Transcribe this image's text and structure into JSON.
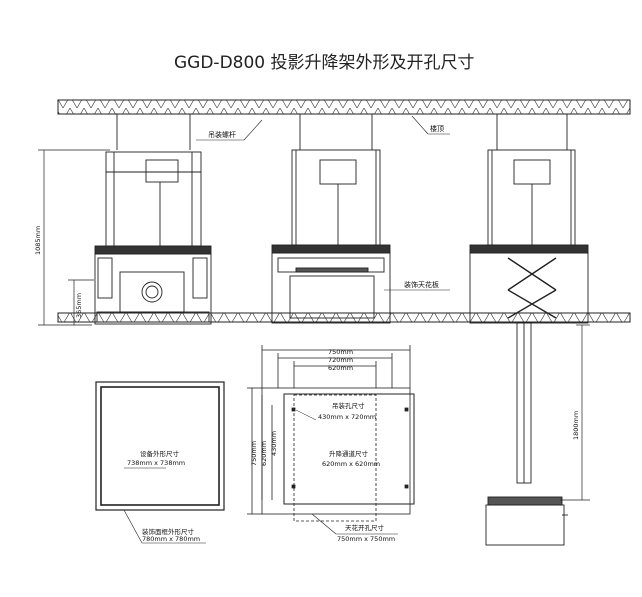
{
  "title": "GGD-D800    投影升降架外形及开孔尺寸",
  "labels": {
    "hanging_rod": "吊装螺杆",
    "roof": "楼顶",
    "decor_ceiling": "装饰天花板",
    "height_total": "1085mm",
    "height_lower": "365mm",
    "height_lift": "1800mm"
  },
  "opening": {
    "w750": "750mm",
    "w720": "720mm",
    "w620": "620mm",
    "h750": "750mm",
    "h620": "620mm",
    "h430": "430mm",
    "hang_hole_title": "吊装孔尺寸",
    "hang_hole_size": "430mm x 720mm",
    "lift_channel_title": "升降通道尺寸",
    "lift_channel_size": "620mm x 620mm",
    "ceiling_hole_title": "天花开孔尺寸",
    "ceiling_hole_size": "750mm x 750mm"
  },
  "device": {
    "outer_title": "设备外形尺寸",
    "outer_size": "738mm x 738mm",
    "frame_title": "装饰面框外形尺寸",
    "frame_size": "780mm x 780mm"
  }
}
